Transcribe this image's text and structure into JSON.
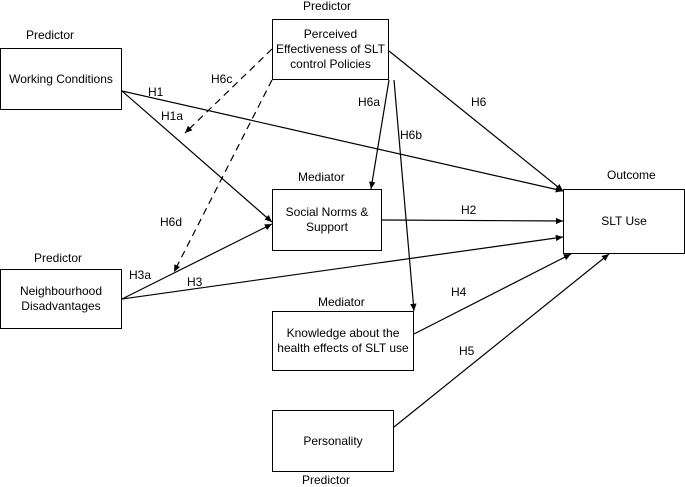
{
  "nodes": {
    "working": {
      "text": "Working Conditions",
      "role": "Predictor"
    },
    "perceived": {
      "text": "Perceived\nEffectiveness of SLT\ncontrol Policies",
      "role": "Predictor"
    },
    "social": {
      "text": "Social Norms &\nSupport",
      "role": "Mediator"
    },
    "neigh": {
      "text": "Neighbourhood\nDisadvantages",
      "role": "Predictor"
    },
    "knowledge": {
      "text": "Knowledge about the\nhealth effects of SLT use",
      "role": "Mediator"
    },
    "personality": {
      "text": "Personality",
      "role": "Predictor"
    },
    "slt": {
      "text": "SLT Use",
      "role": "Outcome"
    }
  },
  "edges": [
    {
      "id": "H1",
      "label": "H1",
      "from": "working",
      "to": "slt",
      "style": "solid"
    },
    {
      "id": "H1a",
      "label": "H1a",
      "from": "working",
      "to": "social",
      "style": "solid"
    },
    {
      "id": "H6c",
      "label": "H6c",
      "from": "perceived",
      "to": "working_social_path",
      "style": "dashed"
    },
    {
      "id": "H6a",
      "label": "H6a",
      "from": "perceived",
      "to": "social",
      "style": "solid"
    },
    {
      "id": "H6b",
      "label": "H6b",
      "from": "perceived",
      "to": "knowledge",
      "style": "solid"
    },
    {
      "id": "H6",
      "label": "H6",
      "from": "perceived",
      "to": "slt",
      "style": "solid"
    },
    {
      "id": "H6d",
      "label": "H6d",
      "from": "perceived",
      "to": "neigh_social_path",
      "style": "dashed"
    },
    {
      "id": "H2",
      "label": "H2",
      "from": "social",
      "to": "slt",
      "style": "solid"
    },
    {
      "id": "H3a",
      "label": "H3a",
      "from": "neigh",
      "to": "social",
      "style": "solid"
    },
    {
      "id": "H3",
      "label": "H3",
      "from": "neigh",
      "to": "slt",
      "style": "solid"
    },
    {
      "id": "H4",
      "label": "H4",
      "from": "knowledge",
      "to": "slt",
      "style": "solid"
    },
    {
      "id": "H5",
      "label": "H5",
      "from": "personality",
      "to": "slt",
      "style": "solid"
    }
  ]
}
